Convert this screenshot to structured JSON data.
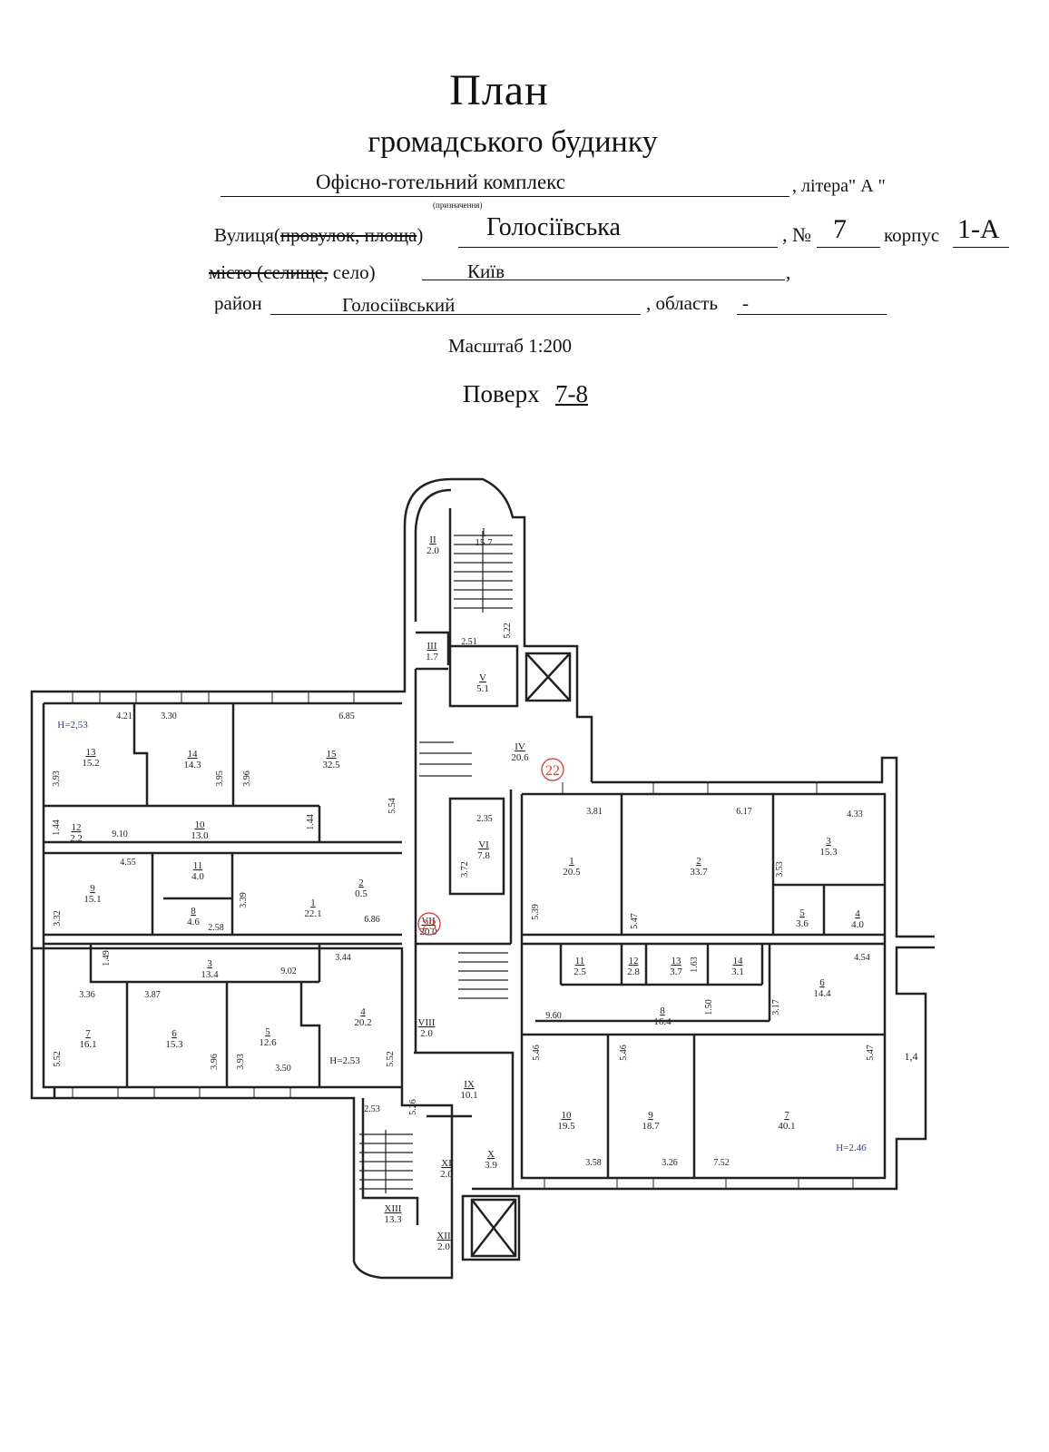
{
  "header": {
    "title": "План",
    "subtitle": "громадського будинку",
    "purpose_value": "Офісно-готельний комплекс",
    "purpose_caption": "(призначення)",
    "litera_label": ", літера\" А \"",
    "street_label": "Вулиця(",
    "street_strike": "провулок, площа",
    "street_label_end": ")",
    "street_value": "Голосіївська",
    "number_label": ", №",
    "number_value": "7",
    "korpus_label": "корпус",
    "korpus_value": "1-А",
    "city_strike": "місто (селище,",
    "city_label": " село)",
    "city_value": "Київ",
    "city_comma": ",",
    "district_label": "район",
    "district_value": "Голосіївський",
    "oblast_label": ", область",
    "oblast_value": "-",
    "scale": "Масштаб 1:200",
    "floor_label": "Поверх",
    "floor_value": "7-8"
  },
  "plan": {
    "line_color": "#222222",
    "accent_blue": "#2a3fa8",
    "marker_red": "#d23a3a",
    "heights": [
      "Н=2,53",
      "Н=2.53",
      "Н=2.46"
    ],
    "markers": [
      "22",
      "23"
    ],
    "side_label": "1,4",
    "rooms": [
      {
        "id": "I",
        "area": "15.7"
      },
      {
        "id": "II",
        "area": "2.0"
      },
      {
        "id": "III",
        "area": "1.7"
      },
      {
        "id": "V",
        "area": "5.1"
      },
      {
        "id": "IV",
        "area": "20.6"
      },
      {
        "id": "VI",
        "area": "7.8"
      },
      {
        "id": "VII",
        "area": "20.0"
      },
      {
        "id": "VIII",
        "area": "2.0"
      },
      {
        "id": "IX",
        "area": "10.1"
      },
      {
        "id": "X",
        "area": "3.9"
      },
      {
        "id": "XI",
        "area": "2.0"
      },
      {
        "id": "XIII",
        "area": "13.3"
      },
      {
        "id": "XII",
        "area": "2.0"
      },
      {
        "id": "13",
        "area": "15.2"
      },
      {
        "id": "14",
        "area": "14.3"
      },
      {
        "id": "15",
        "area": "32.5"
      },
      {
        "id": "12",
        "area": "2.2"
      },
      {
        "id": "10",
        "area": "13.0"
      },
      {
        "id": "9",
        "area": "15.1"
      },
      {
        "id": "11",
        "area": "4.0"
      },
      {
        "id": "8",
        "area": "4.6"
      },
      {
        "id": "1",
        "area": "22.1"
      },
      {
        "id": "2",
        "area": "0.5"
      },
      {
        "id": "3",
        "area": "13.4"
      },
      {
        "id": "7",
        "area": "16.1"
      },
      {
        "id": "6",
        "area": "15.3"
      },
      {
        "id": "5",
        "area": "12.6"
      },
      {
        "id": "4",
        "area": "20.2"
      },
      {
        "id": "1",
        "area": "20.5"
      },
      {
        "id": "2",
        "area": "33.7"
      },
      {
        "id": "3",
        "area": "15.3"
      },
      {
        "id": "5",
        "area": "3.6"
      },
      {
        "id": "4",
        "area": "4.0"
      },
      {
        "id": "11",
        "area": "2.5"
      },
      {
        "id": "12",
        "area": "2.8"
      },
      {
        "id": "13",
        "area": "3.7"
      },
      {
        "id": "14",
        "area": "3.1"
      },
      {
        "id": "6",
        "area": "14.4"
      },
      {
        "id": "8",
        "area": "16.4"
      },
      {
        "id": "10",
        "area": "19.5"
      },
      {
        "id": "9",
        "area": "18.7"
      },
      {
        "id": "7",
        "area": "40.1"
      }
    ],
    "dims": [
      "2.51",
      "5.22",
      "4.21",
      "3.30",
      "6.85",
      "3.93",
      "3.95",
      "3.96",
      "5.54",
      "1.44",
      "9.10",
      "1.44",
      "4.55",
      "3.32",
      "2.58",
      "3.39",
      "6.86",
      "1.49",
      "9.02",
      "3.44",
      "3.36",
      "3.87",
      "5.52",
      "3.96",
      "3.93",
      "3.50",
      "5.52",
      "2.35",
      "3.72",
      "2.53",
      "5.26",
      "3.81",
      "6.17",
      "4.33",
      "3.53",
      "5.39",
      "5.47",
      "1.63",
      "4.54",
      "9.60",
      "1.50",
      "3.17",
      "5.46",
      "5.46",
      "5.47",
      "3.58",
      "3.26",
      "7.52"
    ]
  }
}
